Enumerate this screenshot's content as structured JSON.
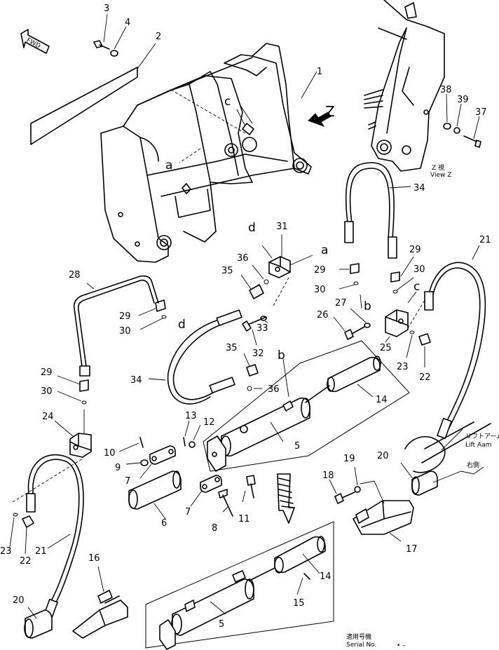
{
  "labels": {
    "fwd": "FWD",
    "z_arrow": "Z",
    "view_z_jp": "Z 視",
    "view_z": "View Z",
    "lift_arm_jp": "リフトアーム",
    "lift_arm": "Lift Aam",
    "serial_jp": "適用号機",
    "serial": "Serial No.",
    "jp_mark": "右側"
  },
  "letters": {
    "a1": "a",
    "a2": "a",
    "b1": "b",
    "b2": "b",
    "c1": "c",
    "c2": "c",
    "d1": "d",
    "d2": "d"
  },
  "callouts": {
    "n1": "1",
    "n2": "2",
    "n3": "3",
    "n4": "4",
    "n5a": "5",
    "n5b": "5",
    "n6": "6",
    "n7a": "7",
    "n7b": "7",
    "n8": "8",
    "n9": "9",
    "n10": "10",
    "n11": "11",
    "n12": "12",
    "n13": "13",
    "n14a": "14",
    "n14b": "14",
    "n15": "15",
    "n16": "16",
    "n17": "17",
    "n18": "18",
    "n19": "19",
    "n20a": "20",
    "n20b": "20",
    "n21a": "21",
    "n21b": "21",
    "n22a": "22",
    "n22b": "22",
    "n23a": "23",
    "n23b": "23",
    "n24": "24",
    "n25": "25",
    "n26": "26",
    "n27": "27",
    "n28": "28",
    "n29a": "29",
    "n29b": "29",
    "n29c": "29",
    "n30a": "30",
    "n30b": "30",
    "n30c": "30",
    "n31": "31",
    "n32": "32",
    "n33": "33",
    "n34a": "34",
    "n34b": "34",
    "n35a": "35",
    "n35b": "35",
    "n36a": "36",
    "n36b": "36",
    "n37": "37",
    "n38": "38",
    "n39": "39"
  }
}
